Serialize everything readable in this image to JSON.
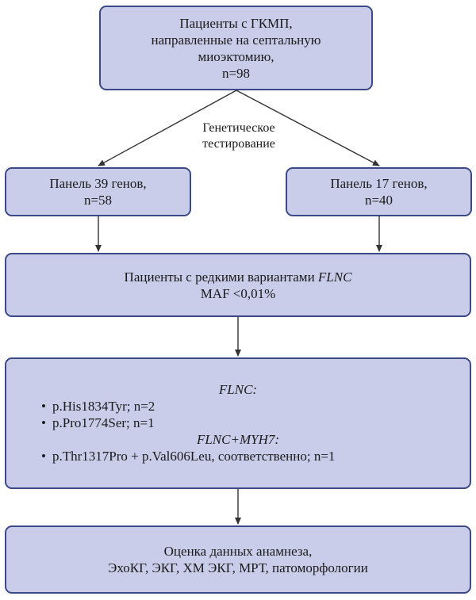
{
  "top_box": {
    "lines": [
      "Пациенты с ГКМП,",
      "направленные на септальную",
      "миоэктомию,",
      "n=98"
    ]
  },
  "edge_label": {
    "lines": [
      "Генетическое",
      "тестирование"
    ]
  },
  "left_box": {
    "lines": [
      "Панель 39 генов,",
      "n=58"
    ]
  },
  "right_box": {
    "lines": [
      "Панель 17 генов,",
      "n=40"
    ]
  },
  "rare_box": {
    "line1_prefix": "Пациенты с редкими вариантами ",
    "line1_gene": "FLNC",
    "line2": "MAF <0,01%"
  },
  "variants_box": {
    "heading1": "FLNC:",
    "bullets1": [
      "p.His1834Tyr; n=2",
      "p.Pro1774Ser; n=1"
    ],
    "heading2": "FLNC+MYH7:",
    "bullets2": [
      "p.Thr1317Pro + p.Val606Leu, соответственно; n=1"
    ],
    "bullet_char": "•"
  },
  "final_box": {
    "lines": [
      "Оценка данных анамнеза,",
      "ЭхоКГ, ЭКГ, ХМ ЭКГ, МРТ, патоморфологии"
    ]
  },
  "colors": {
    "box_fill": "#c9cdea",
    "box_border": "#3b4a86",
    "arrow": "#333333"
  }
}
